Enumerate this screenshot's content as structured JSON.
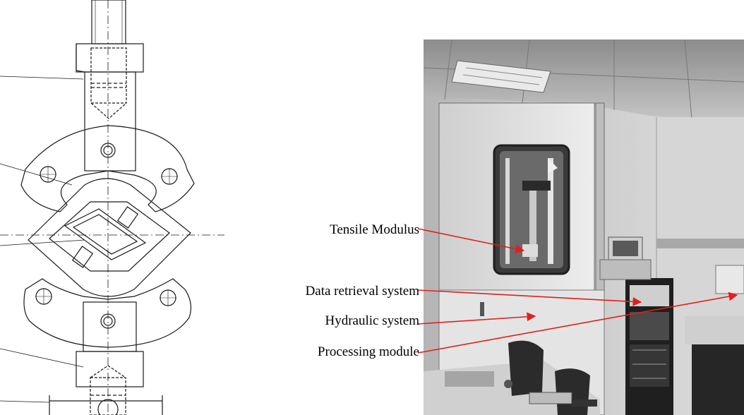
{
  "figure": {
    "callouts": [
      {
        "id": "tensile",
        "text": "Tensile Modulus"
      },
      {
        "id": "data",
        "text": "Data retrieval system"
      },
      {
        "id": "hydraulic",
        "text": "Hydraulic system"
      },
      {
        "id": "processing",
        "text": "Processing module"
      }
    ],
    "colors": {
      "arrow": "#e0201c",
      "line": "#1a1a1a",
      "paper": "#ffffff"
    }
  }
}
